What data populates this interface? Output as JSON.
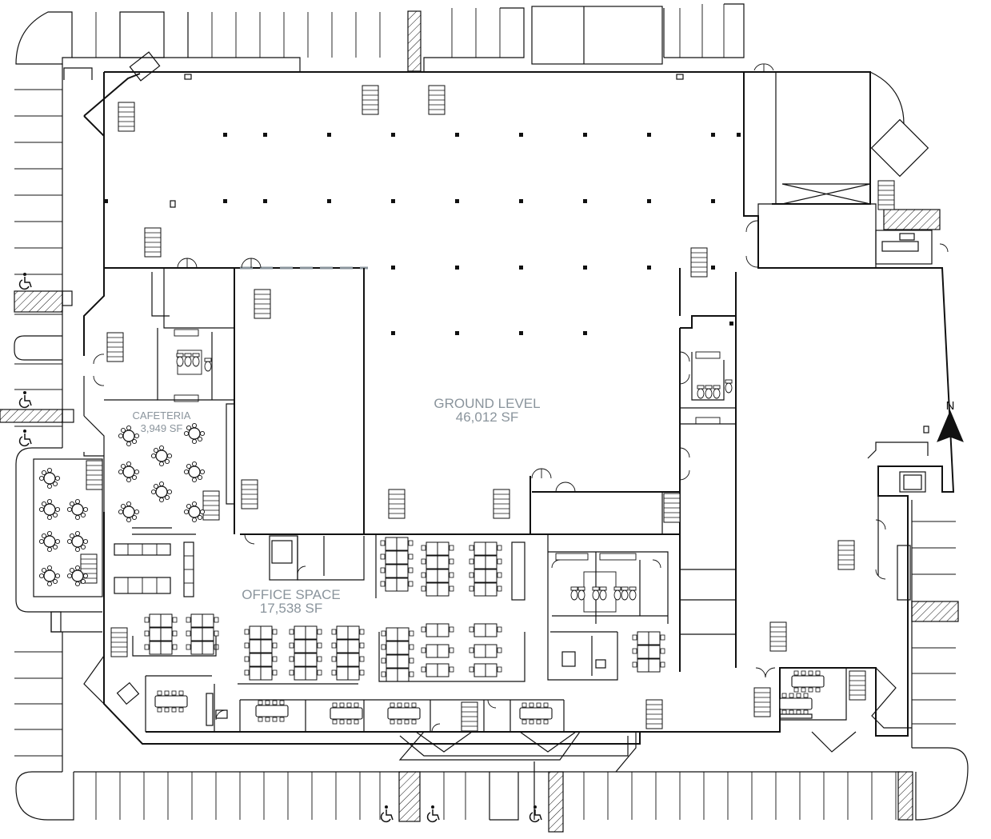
{
  "rooms": {
    "ground_level": {
      "name": "GROUND LEVEL",
      "area": "46,012 SF"
    },
    "cafeteria": {
      "name": "CAFETERIA",
      "area": "3,949 SF"
    },
    "office_space": {
      "name": "OFFICE SPACE",
      "area": "17,538 SF"
    }
  },
  "north_arrow": {
    "label": "N"
  },
  "colors": {
    "walls": "#111111",
    "labels": "#8a949c",
    "background": "#ffffff"
  },
  "icons": [
    "accessible-parking-icon",
    "north-arrow-icon",
    "stair-icon",
    "column-icon",
    "door-swing-icon"
  ]
}
